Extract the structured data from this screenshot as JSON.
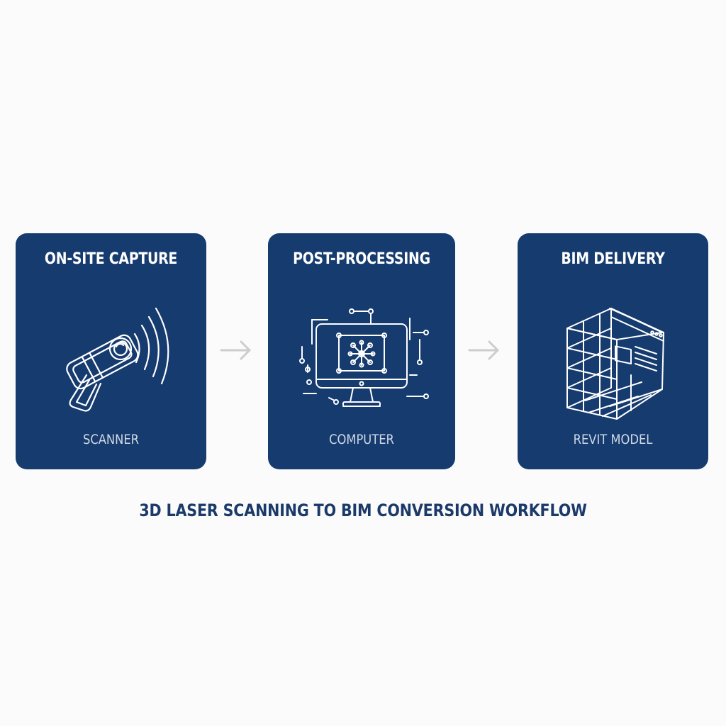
{
  "steps": [
    {
      "title": "ON-SITE CAPTURE",
      "label": "SCANNER",
      "icon": "laser-scanner-icon"
    },
    {
      "title": "POST-PROCESSING",
      "label": "COMPUTER",
      "icon": "computer-monitor-icon"
    },
    {
      "title": "BIM DELIVERY",
      "label": "REVIT MODEL",
      "icon": "3d-model-grid-icon"
    }
  ],
  "footer_title": "3D LASER SCANNING TO BIM CONVERSION WORKFLOW",
  "colors": {
    "card": "#163b6f",
    "icon_stroke": "#ffffff",
    "label": "#cfd8e6",
    "arrow": "#cdcdcd",
    "footer": "#1b3a6a",
    "background": "#fbfbfb"
  }
}
